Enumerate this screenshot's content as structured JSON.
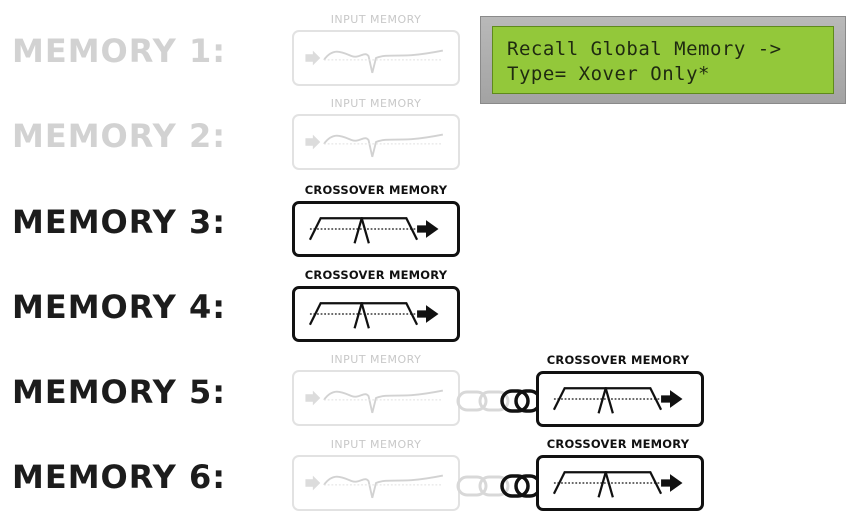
{
  "display": {
    "line1": "Recall Global Memory ->",
    "line2": "Type= Xover Only*"
  },
  "captions": {
    "input": "INPUT MEMORY",
    "crossover": "CROSSOVER MEMORY"
  },
  "memories": [
    {
      "label": "MEMORY 1:",
      "state": "inactive",
      "slots": [
        "input"
      ]
    },
    {
      "label": "MEMORY 2:",
      "state": "inactive",
      "slots": [
        "input"
      ]
    },
    {
      "label": "MEMORY 3:",
      "state": "active",
      "slots": [
        "crossover"
      ]
    },
    {
      "label": "MEMORY 4:",
      "state": "active",
      "slots": [
        "crossover"
      ]
    },
    {
      "label": "MEMORY 5:",
      "state": "active",
      "slots": [
        "input",
        "crossover"
      ]
    },
    {
      "label": "MEMORY 6:",
      "state": "active",
      "slots": [
        "input",
        "crossover"
      ]
    }
  ],
  "colors": {
    "active_text": "#1c1c1c",
    "inactive_text": "#d2d2d2",
    "lcd_background": "#93c83a",
    "lcd_frame": "#a9a9a9"
  },
  "icons": [
    "arrow-right-icon",
    "eq-curve-icon",
    "crossover-curve-icon",
    "chain-link-icon"
  ]
}
